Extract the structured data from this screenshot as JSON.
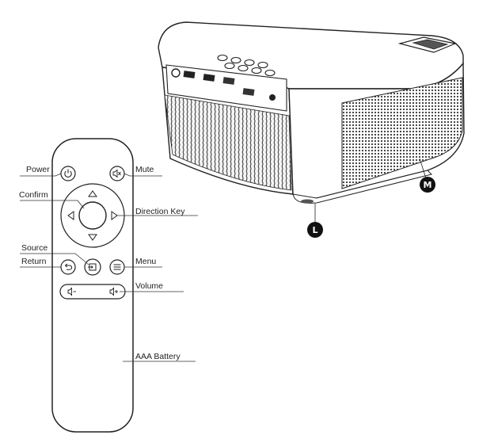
{
  "remote": {
    "labels": {
      "power": "Power",
      "mute": "Mute",
      "confirm": "Confirm",
      "direction": "Direction Key",
      "source": "Source",
      "return": "Return",
      "menu": "Menu",
      "volume": "Volume",
      "battery": "AAA Battery"
    }
  },
  "projector": {
    "markers": {
      "bottom_left": "L",
      "right_side": "M"
    }
  },
  "colors": {
    "outline": "#222222",
    "marker_fill": "#111111",
    "label_text": "#222222"
  }
}
